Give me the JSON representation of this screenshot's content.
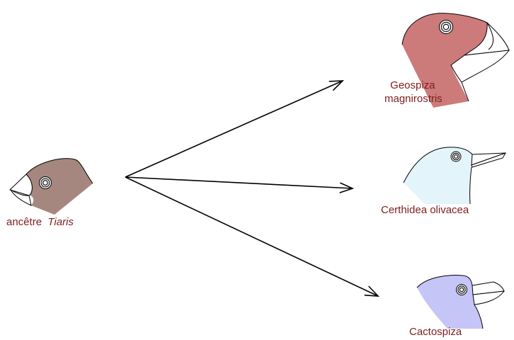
{
  "birds": {
    "ancestor": {
      "prefix": "ancêtre",
      "genus": "Tiaris",
      "color": "#a5877f"
    },
    "geospiza": {
      "name_line1": "Geospiza",
      "name_line2": "magnirostris",
      "color": "#cd7a7a"
    },
    "certhidea": {
      "name": "Certhidea olivacea",
      "color": "#e4f4fb"
    },
    "cactospiza": {
      "name": "Cactospiza",
      "color": "#c6c5f7"
    }
  },
  "colors": {
    "label_text": "#7f1d1d",
    "arrow": "#000000",
    "outline": "#000000"
  }
}
